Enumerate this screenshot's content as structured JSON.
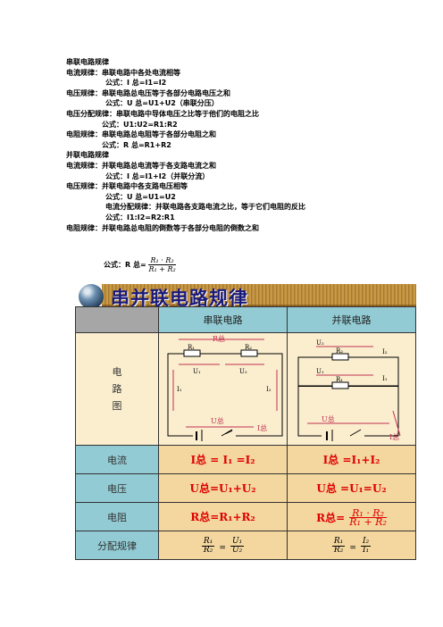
{
  "notes": {
    "l1": "串联电路规律",
    "l2": "电流规律：串联电路中各处电流相等",
    "l3": "公式：I 总=I1=I2",
    "l4": "电压规律：串联电路总电压等于各部分电路电压之和",
    "l5": "公式：U 总=U1+U2（串联分压）",
    "l6": "电压分配规律：串联电路中导体电压之比等于他们的电阻之比",
    "l7": "公式：U1:U2=R1:R2",
    "l8": "电阻规律：串联电路总电阻等于各部分电阻之和",
    "l9": "公式：R 总=R1+R2",
    "l10": "并联电路规律",
    "l11": "电流规律：并联电路总电流等于各支路电流之和",
    "l12": "公式：I 总=I1+I2（并联分流）",
    "l13": "电压规律：并联电路中各支路电压相等",
    "l14": "公式：U 总=U1=U2",
    "l15": "电流分配规律：并联电路各支路电流之比，等于它们电阻的反比",
    "l16": "公式：I1:I2=R2:R1",
    "l17": "电阻规律：并联电路总电阻的倒数等于各部分电阻的倒数之和",
    "formula_prefix": "公式：R 总=",
    "formula_num": "R₁ · R₂",
    "formula_den": "R₁ + R₂"
  },
  "banner": {
    "title": "串并联电路规律"
  },
  "table": {
    "col_series": "串联电路",
    "col_parallel": "并联电路",
    "row_diagram": [
      "电",
      "路",
      "图"
    ],
    "row_current": "电流",
    "row_voltage": "电压",
    "row_resistance": "电阻",
    "row_distribution": "分配规律",
    "series_current": "I总 = I₁ =I₂",
    "parallel_current": "I总 =I₁+I₂",
    "series_voltage": "U总=U₁+U₂",
    "parallel_voltage": "U总 =U₁=U₂",
    "series_resistance": "R总=R₁+R₂",
    "parallel_resistance_prefix": "R总=",
    "parallel_resistance_num": "R₁ · R₂",
    "parallel_resistance_den": "R₁ + R₂",
    "series_dist_lnum": "R₁",
    "series_dist_lden": "R₂",
    "series_dist_rnum": "U₁",
    "series_dist_rden": "U₂",
    "parallel_dist_lnum": "R₁",
    "parallel_dist_lden": "R₂",
    "parallel_dist_rnum": "I₂",
    "parallel_dist_rden": "I₁",
    "eq": "="
  },
  "diagram": {
    "series": {
      "r_total": "R总",
      "r1": "R₁",
      "r2": "R₂",
      "u1": "U₁",
      "u2": "U₂",
      "i1": "I₁",
      "i2": "I₂",
      "u_total": "U总",
      "i_total": "I总"
    },
    "parallel": {
      "u2": "U₂",
      "r2": "R₂",
      "i2": "I₂",
      "u1": "U₁",
      "r1": "R₁",
      "i1": "I₁",
      "u_total": "U总",
      "i_total": "I总"
    }
  },
  "colors": {
    "header_bg": "#92cbd4",
    "diagram_bg": "#fbeecf",
    "formula_bg": "#f3d79f",
    "formula_red": "#e00000",
    "banner_title": "#1a1a7a"
  }
}
